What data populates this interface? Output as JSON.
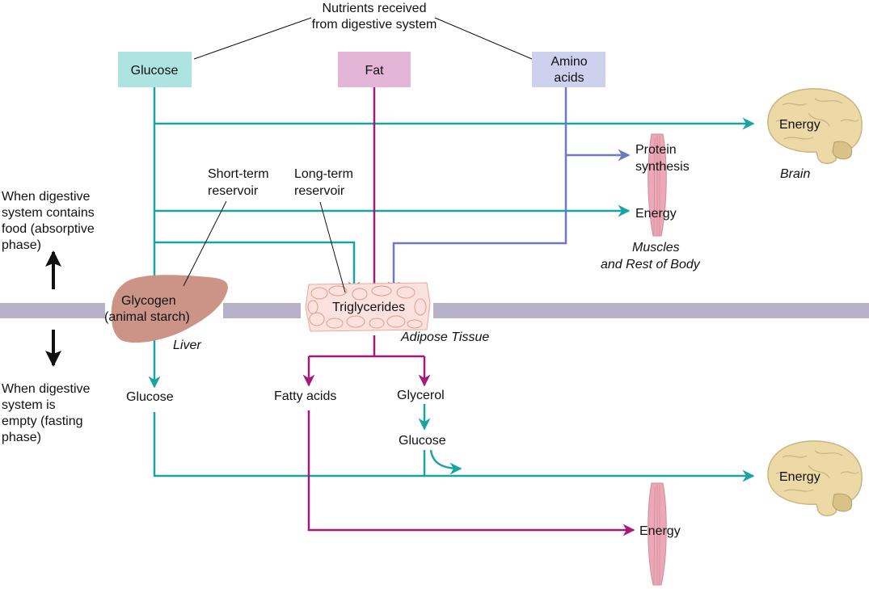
{
  "colors": {
    "teal": "#1aa3a3",
    "magenta": "#a6197a",
    "blue": "#6f79c0",
    "glucose_box": "#ade3e1",
    "fat_box": "#e3b6d8",
    "amino_box": "#cdd1ee",
    "band": "#b8b2c8",
    "liver": "#cc9487",
    "brain": "#ecd9a6",
    "muscle": "#eba8b6",
    "adipose": "#fbe2de"
  },
  "header": {
    "line1": "Nutrients received",
    "line2": "from digestive system"
  },
  "nutrients": {
    "glucose": "Glucose",
    "fat": "Fat",
    "amino_line1": "Amino",
    "amino_line2": "acids"
  },
  "reservoirs": {
    "short_line1": "Short-term",
    "short_line2": "reservoir",
    "long_line1": "Long-term",
    "long_line2": "reservoir"
  },
  "phases": {
    "absorptive": [
      "When digestive",
      "system contains",
      "food (absorptive",
      "phase)"
    ],
    "fasting": [
      "When digestive",
      "system is",
      "empty (fasting",
      "phase)"
    ]
  },
  "tissues": {
    "glycogen_line1": "Glycogen",
    "glycogen_line2": "(animal starch)",
    "liver": "Liver",
    "triglycerides": "Triglycerides",
    "adipose": "Adipose Tissue",
    "brain": "Brain",
    "muscles_line1": "Muscles",
    "muscles_line2": "and Rest of Body"
  },
  "products": {
    "protein_line1": "Protein",
    "protein_line2": "synthesis",
    "energy": "Energy",
    "glucose": "Glucose",
    "fatty_acids": "Fatty acids",
    "glycerol": "Glycerol"
  },
  "icons": {
    "up": "up-arrow-icon",
    "down": "down-arrow-icon",
    "brain": "brain-icon",
    "muscle": "muscle-icon",
    "liver": "liver-icon"
  }
}
